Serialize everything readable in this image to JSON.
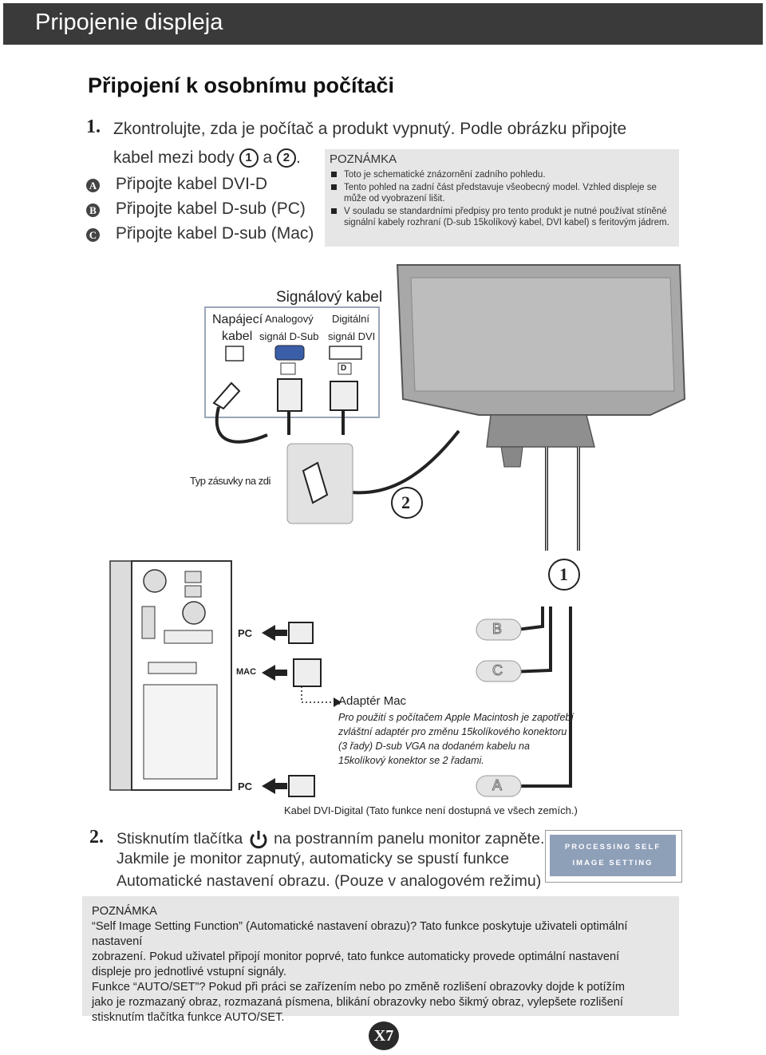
{
  "header": {
    "title": "Pripojenie displeja"
  },
  "section_title": "Připojení k  osobnímu počítači",
  "step1": {
    "number": "1.",
    "line1": "Zkontrolujte, zda je počítač a  produkt vypnutý. Podle obrázku připojte",
    "line2_prefix": "kabel mezi body",
    "point1": "1",
    "and": "a",
    "point2": "2",
    "period": "."
  },
  "options": [
    {
      "badge": "A",
      "text": "Připojte kabel DVI-D"
    },
    {
      "badge": "B",
      "text": "Připojte kabel D-sub (PC)"
    },
    {
      "badge": "C",
      "text": "Připojte kabel D-sub (Mac)"
    }
  ],
  "note1": {
    "title": "POZNÁMKA",
    "items": [
      "Toto je schematické znázornění zadního pohledu.",
      "Tento pohled na zadní část představuje všeobecný model. Vzhled displeje se může od vyobrazení lišit.",
      "V  souladu se standardními předpisy pro tento produkt je nutné používat stíněné signální kabely rozhraní (D-sub 15kolíkový kabel, DVI kabel) s  feritovým jádrem."
    ]
  },
  "diagram": {
    "signal_cable": "Signálový kabel",
    "power_cable_1": "Napájecí",
    "power_cable_2": "kabel",
    "analog_1": "Analogový",
    "analog_2": "signál D-Sub",
    "digital_1": "Digitální",
    "digital_2": "signál DVI",
    "dvi_port_letter": "D",
    "outlet_type": "Typ zásuvky na zdi",
    "point2": "2",
    "point1": "1",
    "pc_label_1": "PC",
    "mac_label": "MAC",
    "pc_label_2": "PC",
    "cable_b": "B",
    "cable_c": "C",
    "cable_a": "A",
    "adapter_title": "Adaptér Mac",
    "adapter_text": "Pro použití s počítačem Apple Macintosh je zapotřebí zvláštní adaptér pro změnu 15kolíkového konektoru (3 řady) D-sub VGA na dodaném kabelu na 15kolíkový konektor se 2  řadami.",
    "dvi_cable_note": "Kabel DVI-Digital (Tato funkce není dostupná ve všech zemích.)"
  },
  "step2": {
    "number": "2.",
    "line1_a": "Stisknutím tlačítka",
    "line1_b": "na postranním panelu monitor zapněte.",
    "line2": "Jakmile je monitor zapnutý, automaticky se spustí funkce",
    "line3": "Automatické nastavení obrazu. (Pouze v analogovém režimu)"
  },
  "osd": {
    "line1": "PROCESSING SELF",
    "line2": "IMAGE SETTING"
  },
  "note2": {
    "title": "POZNÁMKA",
    "lines": [
      "“Self Image Setting Function” (Automatické nastavení obrazu)? Tato funkce poskytuje uživateli optimální nastavení",
      "zobrazení. Pokud uživatel připojí monitor poprvé, tato funkce automaticky provede optimální nastavení",
      "displeje pro jednotlivé vstupní signály.",
      "Funkce “AUTO/SET”? Pokud při práci se zařízením nebo po změně rozlišení obrazovky dojde k  potížím",
      "jako je rozmazaný obraz, rozmazaná písmena, blikání obrazovky nebo šikmý obraz, vylepšete rozlišení",
      "stisknutím tlačítka funkce AUTO/SET."
    ]
  },
  "page_number": "X7",
  "colors": {
    "header_bg": "#3a3a3a",
    "note_bg": "#e6e6e6",
    "osd_bg": "#8e9fb8",
    "monitor": "#a5a5a5"
  }
}
